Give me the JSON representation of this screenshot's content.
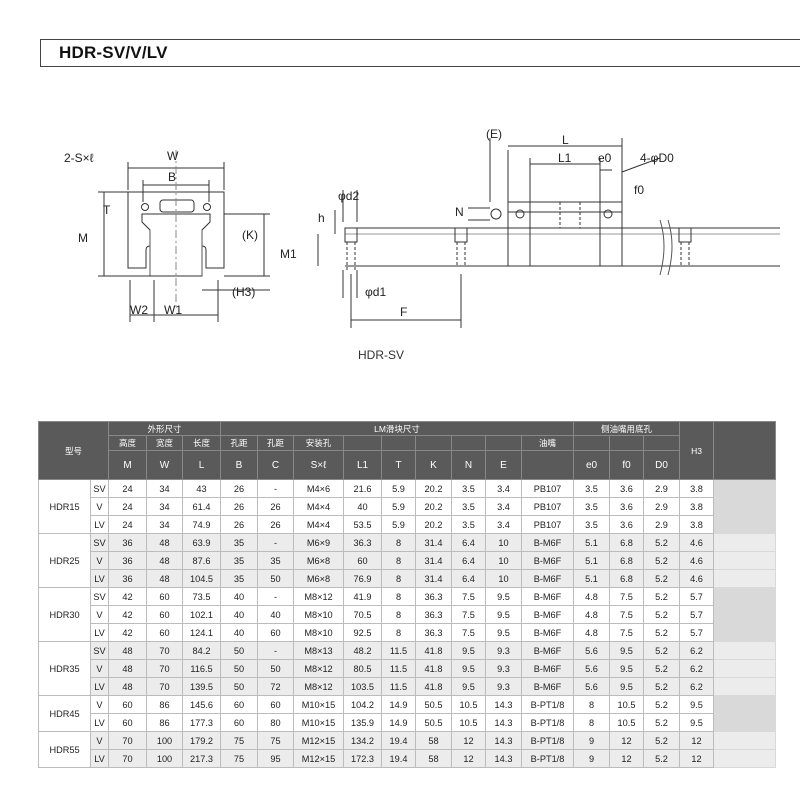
{
  "title": "HDR-SV/V/LV",
  "caption": "HDR-SV",
  "drawing": {
    "labels": {
      "s_l": "2-S×ℓ",
      "w": "W",
      "b": "B",
      "t": "T",
      "m": "M",
      "k": "(K)",
      "h3": "(H3)",
      "w2": "W2",
      "w1": "W1",
      "d2": "φd2",
      "h": "h",
      "m1": "M1",
      "d1": "φd1",
      "f": "F",
      "e": "(E)",
      "l": "L",
      "l1": "L1",
      "e0": "e0",
      "d0": "4-φD0",
      "f0": "f0",
      "n": "N"
    }
  },
  "table": {
    "group_headers": {
      "model": "型号",
      "outer": "外形尺寸",
      "lm": "LM滑块尺寸",
      "side": "侧油嘴用底孔"
    },
    "sub_headers": [
      "高度",
      "宽度",
      "长度",
      "孔距",
      "孔距",
      "安装孔",
      "",
      "",
      "",
      "",
      "",
      "油嘴",
      "",
      "",
      ""
    ],
    "symbols": [
      "M",
      "W",
      "L",
      "B",
      "C",
      "S×ℓ",
      "L1",
      "T",
      "K",
      "N",
      "E",
      "",
      "e0",
      "f0",
      "D0",
      "H3"
    ],
    "models": [
      {
        "name": "HDR15",
        "rows": [
          {
            "type": "SV",
            "values": [
              "24",
              "34",
              "43",
              "26",
              "-",
              "M4×6",
              "21.6",
              "5.9",
              "20.2",
              "3.5",
              "3.4",
              "PB107",
              "3.5",
              "3.6",
              "2.9",
              "3.8"
            ]
          },
          {
            "type": "V",
            "values": [
              "24",
              "34",
              "61.4",
              "26",
              "26",
              "M4×4",
              "40",
              "5.9",
              "20.2",
              "3.5",
              "3.4",
              "PB107",
              "3.5",
              "3.6",
              "2.9",
              "3.8"
            ]
          },
          {
            "type": "LV",
            "values": [
              "24",
              "34",
              "74.9",
              "26",
              "26",
              "M4×4",
              "53.5",
              "5.9",
              "20.2",
              "3.5",
              "3.4",
              "PB107",
              "3.5",
              "3.6",
              "2.9",
              "3.8"
            ]
          }
        ]
      },
      {
        "name": "HDR25",
        "rows": [
          {
            "type": "SV",
            "values": [
              "36",
              "48",
              "63.9",
              "35",
              "-",
              "M6×9",
              "36.3",
              "8",
              "31.4",
              "6.4",
              "10",
              "B-M6F",
              "5.1",
              "6.8",
              "5.2",
              "4.6"
            ]
          },
          {
            "type": "V",
            "values": [
              "36",
              "48",
              "87.6",
              "35",
              "35",
              "M6×8",
              "60",
              "8",
              "31.4",
              "6.4",
              "10",
              "B-M6F",
              "5.1",
              "6.8",
              "5.2",
              "4.6"
            ]
          },
          {
            "type": "LV",
            "values": [
              "36",
              "48",
              "104.5",
              "35",
              "50",
              "M6×8",
              "76.9",
              "8",
              "31.4",
              "6.4",
              "10",
              "B-M6F",
              "5.1",
              "6.8",
              "5.2",
              "4.6"
            ]
          }
        ]
      },
      {
        "name": "HDR30",
        "rows": [
          {
            "type": "SV",
            "values": [
              "42",
              "60",
              "73.5",
              "40",
              "-",
              "M8×12",
              "41.9",
              "8",
              "36.3",
              "7.5",
              "9.5",
              "B-M6F",
              "4.8",
              "7.5",
              "5.2",
              "5.7"
            ]
          },
          {
            "type": "V",
            "values": [
              "42",
              "60",
              "102.1",
              "40",
              "40",
              "M8×10",
              "70.5",
              "8",
              "36.3",
              "7.5",
              "9.5",
              "B-M6F",
              "4.8",
              "7.5",
              "5.2",
              "5.7"
            ]
          },
          {
            "type": "LV",
            "values": [
              "42",
              "60",
              "124.1",
              "40",
              "60",
              "M8×10",
              "92.5",
              "8",
              "36.3",
              "7.5",
              "9.5",
              "B-M6F",
              "4.8",
              "7.5",
              "5.2",
              "5.7"
            ]
          }
        ]
      },
      {
        "name": "HDR35",
        "rows": [
          {
            "type": "SV",
            "values": [
              "48",
              "70",
              "84.2",
              "50",
              "-",
              "M8×13",
              "48.2",
              "11.5",
              "41.8",
              "9.5",
              "9.3",
              "B-M6F",
              "5.6",
              "9.5",
              "5.2",
              "6.2"
            ]
          },
          {
            "type": "V",
            "values": [
              "48",
              "70",
              "116.5",
              "50",
              "50",
              "M8×12",
              "80.5",
              "11.5",
              "41.8",
              "9.5",
              "9.3",
              "B-M6F",
              "5.6",
              "9.5",
              "5.2",
              "6.2"
            ]
          },
          {
            "type": "LV",
            "values": [
              "48",
              "70",
              "139.5",
              "50",
              "72",
              "M8×12",
              "103.5",
              "11.5",
              "41.8",
              "9.5",
              "9.3",
              "B-M6F",
              "5.6",
              "9.5",
              "5.2",
              "6.2"
            ]
          }
        ]
      },
      {
        "name": "HDR45",
        "rows": [
          {
            "type": "V",
            "values": [
              "60",
              "86",
              "145.6",
              "60",
              "60",
              "M10×15",
              "104.2",
              "14.9",
              "50.5",
              "10.5",
              "14.3",
              "B-PT1/8",
              "8",
              "10.5",
              "5.2",
              "9.5"
            ]
          },
          {
            "type": "LV",
            "values": [
              "60",
              "86",
              "177.3",
              "60",
              "80",
              "M10×15",
              "135.9",
              "14.9",
              "50.5",
              "10.5",
              "14.3",
              "B-PT1/8",
              "8",
              "10.5",
              "5.2",
              "9.5"
            ]
          }
        ]
      },
      {
        "name": "HDR55",
        "rows": [
          {
            "type": "V",
            "values": [
              "70",
              "100",
              "179.2",
              "75",
              "75",
              "M12×15",
              "134.2",
              "19.4",
              "58",
              "12",
              "14.3",
              "B-PT1/8",
              "9",
              "12",
              "5.2",
              "12"
            ]
          },
          {
            "type": "LV",
            "values": [
              "70",
              "100",
              "217.3",
              "75",
              "95",
              "M12×15",
              "172.3",
              "19.4",
              "58",
              "12",
              "14.3",
              "B-PT1/8",
              "9",
              "12",
              "5.2",
              "12"
            ]
          }
        ]
      }
    ]
  }
}
